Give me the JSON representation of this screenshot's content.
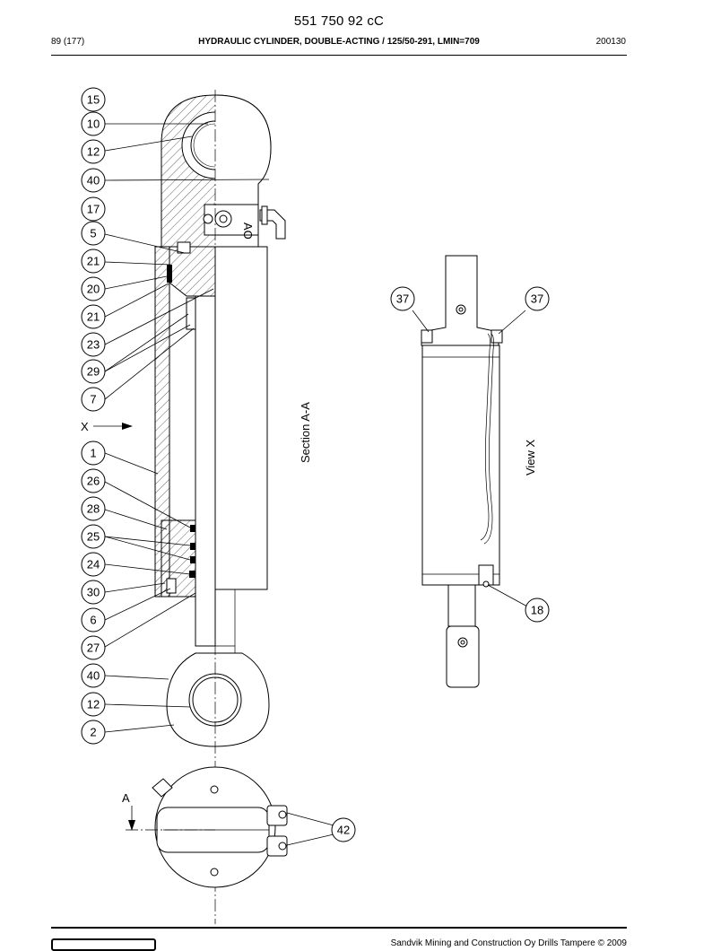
{
  "header": {
    "doc_number": "551 750 92 cC",
    "page": "89 (177)",
    "title": "HYDRAULIC CYLINDER, DOUBLE-ACTING / 125/50-291, LMIN=709",
    "code": "200130"
  },
  "drawing": {
    "section_label": "Section A-A",
    "view_label": "View X",
    "view_arrow_label": "X",
    "section_arrow_label": "A",
    "port_label": "AO",
    "callouts": [
      "15",
      "10",
      "12",
      "40",
      "17",
      "5",
      "21",
      "20",
      "21",
      "23",
      "29",
      "7",
      "1",
      "26",
      "28",
      "25",
      "24",
      "30",
      "6",
      "27",
      "40",
      "12",
      "2",
      "37",
      "37",
      "18",
      "42"
    ]
  },
  "footer": {
    "copyright": "Sandvik Mining and Construction Oy Drills Tampere © 2009"
  }
}
